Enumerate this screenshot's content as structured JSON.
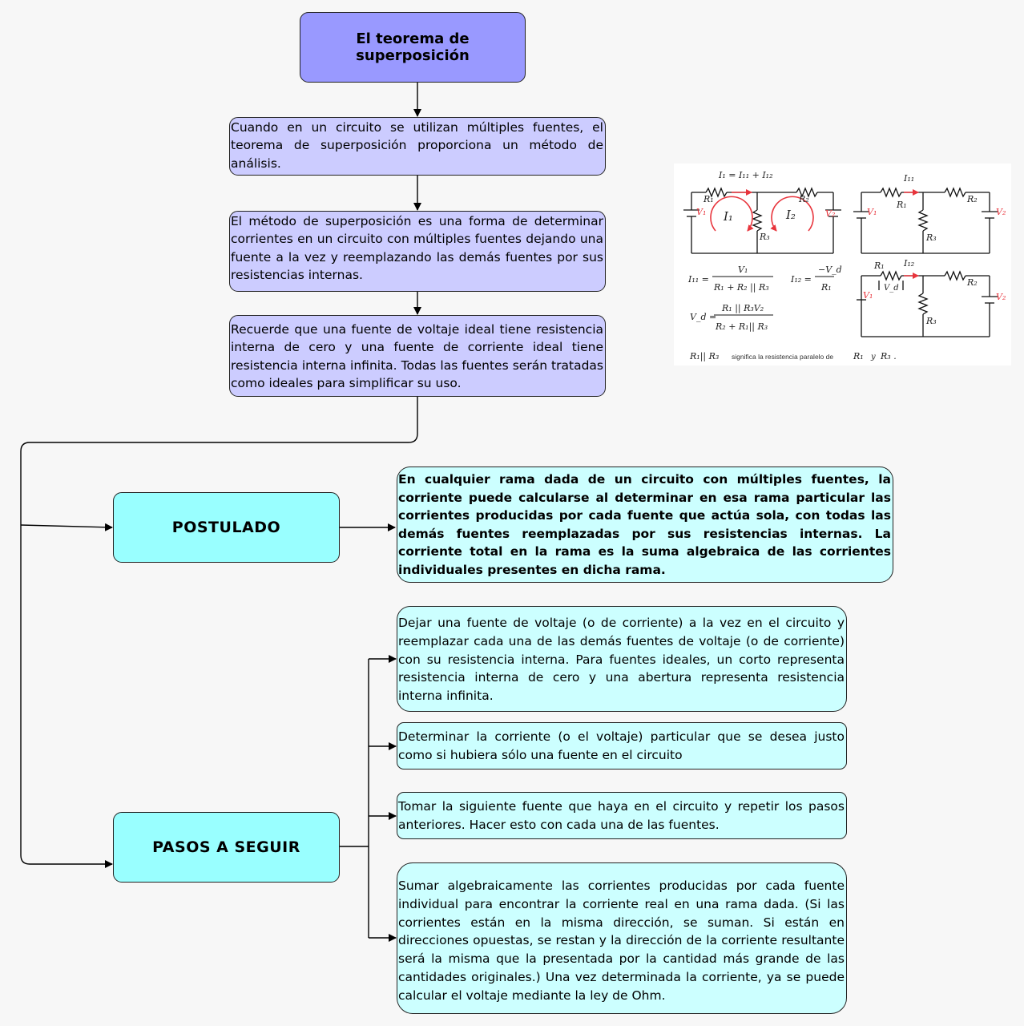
{
  "title": "El teorema de superposición",
  "intro": [
    "Cuando en un circuito se utilizan múltiples fuentes, el teorema de superposición proporciona un método de análisis.",
    "El método de superposición es una forma de determinar corrientes en un circuito con múltiples fuentes dejando una fuente a la vez y reemplazando las demás fuentes por sus resistencias internas.",
    "Recuerde que una fuente de voltaje ideal tiene resistencia interna de cero y una fuente de corriente ideal tiene resistencia interna infinita. Todas las fuentes serán tratadas como ideales para simplificar su uso."
  ],
  "postulado": {
    "label": "POSTULADO",
    "text": "En cualquier rama dada de un circuito con múltiples fuentes, la corriente puede calcularse al determinar en esa rama particular las corrientes producidas por cada fuente que actúa sola, con todas las demás fuentes reemplazadas por sus resistencias internas. La corriente total en la rama es la suma algebraica de las corrientes individuales presentes en dicha rama."
  },
  "pasos": {
    "label": "PASOS A SEGUIR",
    "steps": [
      "Dejar una fuente de voltaje (o de corriente) a la vez en el circuito y reemplazar cada una de las demás fuentes de voltaje (o de corriente) con su resistencia interna. Para fuentes ideales, un corto representa resistencia interna de cero y una abertura representa resistencia interna infinita.",
      "Determinar la corriente (o el voltaje) particular que se desea justo como si hubiera sólo una fuente en el circuito",
      "Tomar la siguiente fuente que haya en el circuito y repetir los pasos anteriores. Hacer esto con cada una de las fuentes.",
      "Sumar algebraicamente las corrientes producidas por cada fuente individual para encontrar la corriente real en una rama dada. (Si las corrientes están en la misma dirección, se suman. Si están en direcciones opuestas, se restan y la dirección de la corriente resultante será la misma que la presentada por la cantidad más grande de las cantidades originales.) Una vez determinada la corriente, ya se puede calcular el voltaje mediante la ley de Ohm."
    ]
  },
  "figure": {
    "top_equation": "I₁ = I₁₁ + I₁₂",
    "current_I1": "I₁",
    "current_I2": "I₂",
    "current_I11": "I₁₁",
    "current_I12": "I₁₂",
    "R1": "R₁",
    "R2": "R₂",
    "R3": "R₃",
    "V1": "V₁",
    "V2": "V₂",
    "Vd": "V_d",
    "eq_I11_lhs": "I₁₁ =",
    "eq_I11_num": "V₁",
    "eq_I11_den": "R₁ + R₂ || R₃",
    "eq_I12_lhs": "I₁₂ =",
    "eq_I12_num": "−V_d",
    "eq_I12_den": "R₁",
    "eq_Vd_lhs": "V_d =",
    "eq_Vd_num": "R₁ || R₃V₂",
    "eq_Vd_den": "R₂ + R₁|| R₃",
    "note_symbol": "R₁|| R₃",
    "note_text": "significa la resistencia paralelo de",
    "note_r1": "R₁",
    "note_y": "y",
    "note_r3": "R₃ .",
    "accent_red": "#e8343c"
  }
}
